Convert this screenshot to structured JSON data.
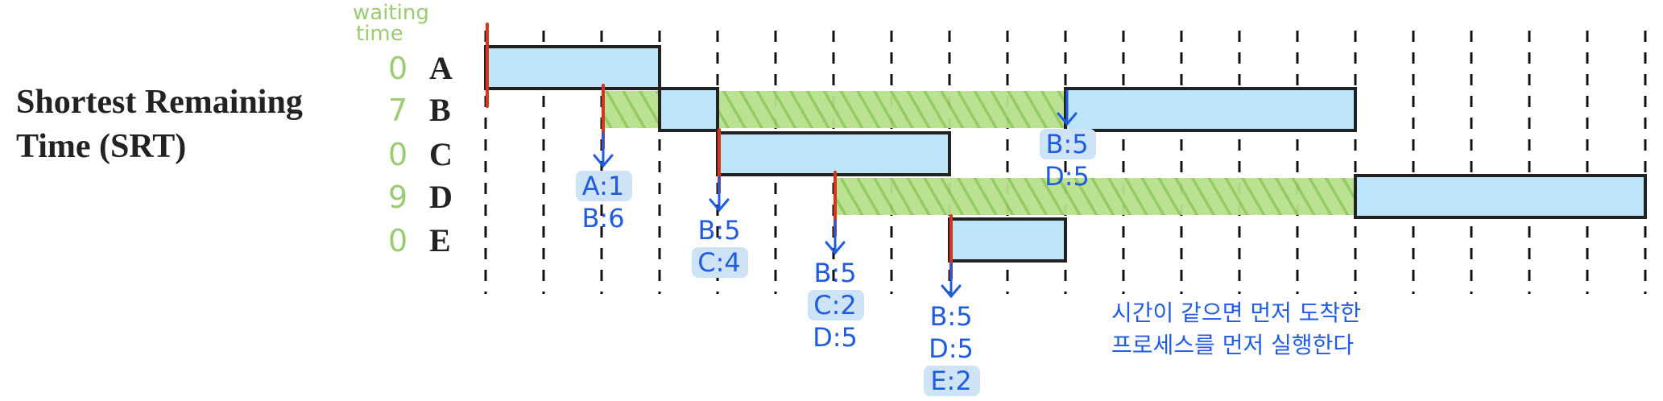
{
  "title_line1": "Shortest Remaining",
  "title_line2": "Time (SRT)",
  "waiting_header_line1": "waiting",
  "waiting_header_line2": "time",
  "processes": [
    {
      "name": "A",
      "waiting": "0"
    },
    {
      "name": "B",
      "waiting": "7"
    },
    {
      "name": "C",
      "waiting": "0"
    },
    {
      "name": "D",
      "waiting": "9"
    },
    {
      "name": "E",
      "waiting": "0"
    }
  ],
  "time_ticks": 21,
  "run_segments": [
    {
      "process": "A",
      "start": 0,
      "end": 3
    },
    {
      "process": "B",
      "start": 3,
      "end": 4
    },
    {
      "process": "C",
      "start": 4,
      "end": 8
    },
    {
      "process": "E",
      "start": 8,
      "end": 10
    },
    {
      "process": "B",
      "start": 10,
      "end": 15
    },
    {
      "process": "D",
      "start": 15,
      "end": 20
    }
  ],
  "wait_segments": [
    {
      "process": "B",
      "start": 2,
      "end": 3
    },
    {
      "process": "B",
      "start": 4,
      "end": 10
    },
    {
      "process": "D",
      "start": 6,
      "end": 15
    }
  ],
  "arrivals": [
    {
      "time": 0,
      "process": "A"
    },
    {
      "time": 2,
      "process": "B"
    },
    {
      "time": 4,
      "process": "C"
    },
    {
      "time": 6,
      "process": "D"
    },
    {
      "time": 8,
      "process": "E"
    }
  ],
  "annotations": [
    {
      "time": 2,
      "lines": [
        {
          "text": "A:1",
          "hl": true
        },
        {
          "text": "B:6",
          "hl": false
        }
      ]
    },
    {
      "time": 4,
      "lines": [
        {
          "text": "B:5",
          "hl": false
        },
        {
          "text": "C:4",
          "hl": true
        }
      ]
    },
    {
      "time": 6,
      "lines": [
        {
          "text": "B:5",
          "hl": false
        },
        {
          "text": "C:2",
          "hl": true
        },
        {
          "text": "D:5",
          "hl": false
        }
      ]
    },
    {
      "time": 8,
      "lines": [
        {
          "text": "B:5",
          "hl": false
        },
        {
          "text": "D:5",
          "hl": false
        },
        {
          "text": "E:2",
          "hl": true
        }
      ]
    },
    {
      "time": 10,
      "lines": [
        {
          "text": "B:5",
          "hl": true
        },
        {
          "text": "D:5",
          "hl": false
        }
      ]
    }
  ],
  "note_line1": "시간이 같으면 먼저 도착한",
  "note_line2": "프로세스를 먼저 실행한다",
  "colors": {
    "bar_fill": "#bde4f8",
    "bar_stroke": "#222222",
    "waiting_hatch": "#9fd36b",
    "arrival_mark": "#d9341c",
    "annotation": "#1f5ce0",
    "annotation_highlight": "#cfe3f7",
    "waiting_text": "#9bcb73",
    "label_text": "#222222"
  }
}
